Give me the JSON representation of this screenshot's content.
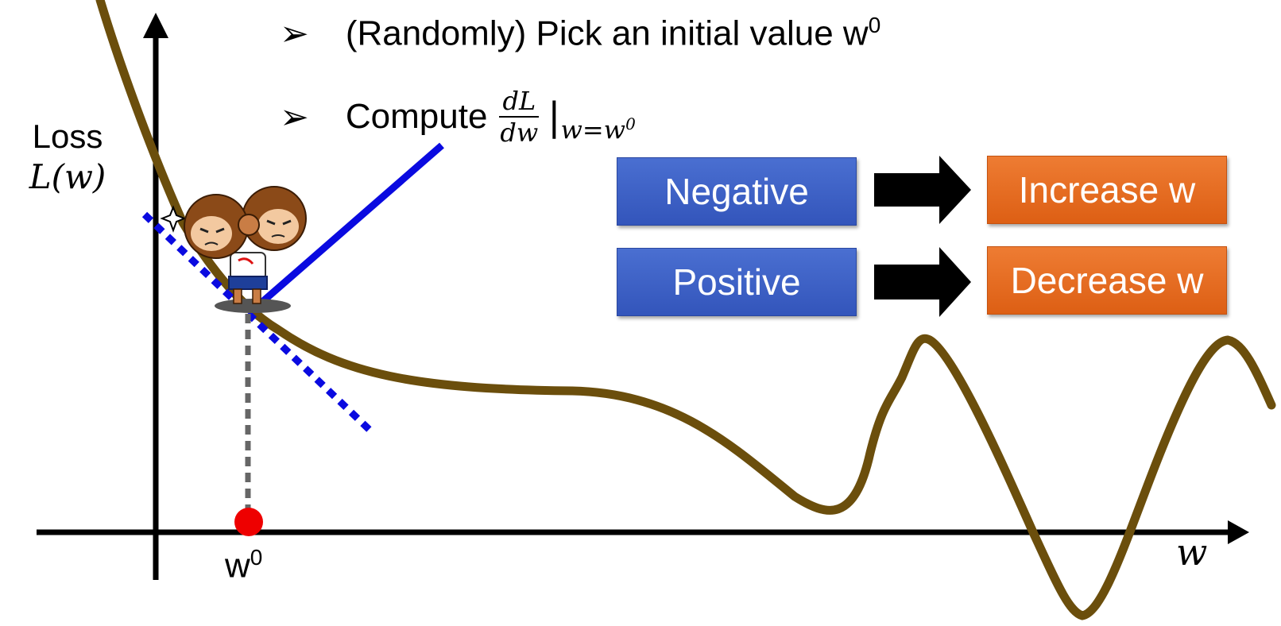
{
  "bullets": {
    "marker": "➢",
    "step1": {
      "text": "(Randomly) Pick an initial value w",
      "sup": "0"
    },
    "step2": {
      "text": "Compute",
      "frac_num": "dL",
      "frac_den": "dw",
      "eval_bar": "|",
      "eval_sub": "w=w",
      "eval_sub_sup": "0"
    }
  },
  "axes": {
    "ylabel_line1": "Loss",
    "ylabel_line2": "L(w)",
    "xlabel": "w",
    "point_label": "w",
    "point_label_sup": "0"
  },
  "rules": [
    {
      "condition": "Negative",
      "action": "Increase w"
    },
    {
      "condition": "Positive",
      "action": "Decrease w"
    }
  ],
  "colors": {
    "curve": "#6b4e0c",
    "axis": "#000000",
    "tangent": "#0a0ae0",
    "dotted": "#666666",
    "point": "#ee0000",
    "condition_box": "#3e62c8",
    "action_box": "#e46a22"
  },
  "icons": {
    "character": "cartoon-monkey-icon",
    "arrow": "right-arrow-icon",
    "sparkle": "sparkle-icon"
  }
}
